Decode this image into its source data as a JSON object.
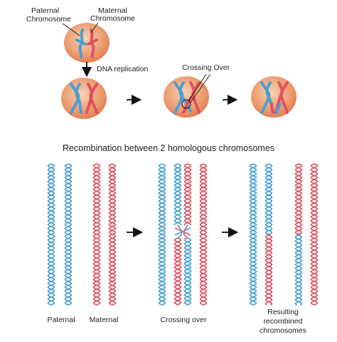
{
  "labels": {
    "paternal_chromosome": [
      "Paternal",
      "Chromosome"
    ],
    "maternal_chromosome": [
      "Maternal",
      "Chromosome"
    ],
    "dna_replication": "DNA replication",
    "crossing_over_top": "Crossing Over",
    "recombination_title": "Recombination between 2  homologous chromosomes",
    "paternal": "Paternal",
    "maternal": "Maternal",
    "crossing_over_bottom": "Crossing over",
    "resulting": [
      "Resulting",
      "recombined",
      "chromosomes"
    ]
  },
  "colors": {
    "paternal": "#4a9fd0",
    "maternal": "#e05060",
    "cell": "#e99468",
    "cell_light": "#f5c4a2"
  }
}
